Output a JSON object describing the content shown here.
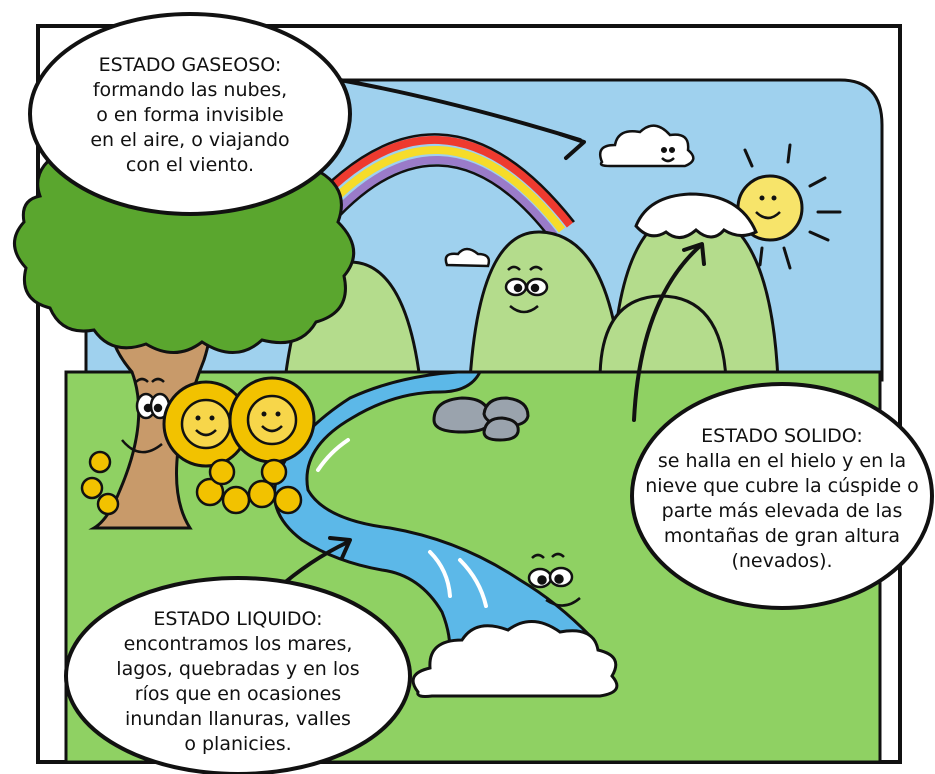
{
  "bubbles": {
    "gaseoso": {
      "title": "ESTADO GASEOSO:",
      "lines": [
        "formando las nubes,",
        "o en forma invisible",
        "en el aire, o viajando",
        "con el viento."
      ]
    },
    "solido": {
      "title": "ESTADO SOLIDO:",
      "lines": [
        "se halla  en el hielo y en la",
        "nieve que cubre la cúspide o",
        "parte más elevada de las",
        "montañas de gran altura",
        "(nevados)."
      ]
    },
    "liquido": {
      "title": "ESTADO LIQUIDO:",
      "lines": [
        "encontramos los mares,",
        "lagos, quebradas y en los",
        "ríos que en ocasiones",
        "inundan llanuras, valles",
        "o planicies."
      ]
    }
  },
  "colors": {
    "sky": "#9fd1ee",
    "grass": "#8fd163",
    "hill": "#b4dc8c",
    "river": "#5cb8e8",
    "trunk": "#c89a6a",
    "foliage": "#5aa62e",
    "flower": "#f2c200",
    "sun": "#f7e46a",
    "outline": "#111111"
  }
}
